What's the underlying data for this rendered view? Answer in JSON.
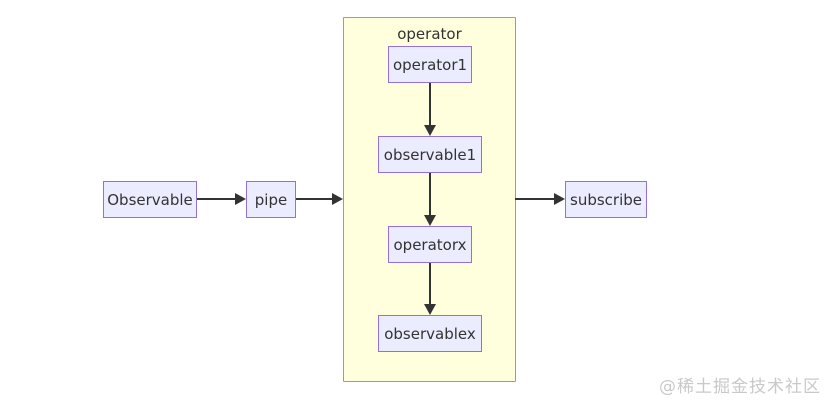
{
  "diagram": {
    "cluster": {
      "label": "operator"
    },
    "nodes": {
      "observable": "Observable",
      "pipe": "pipe",
      "subscribe": "subscribe",
      "operator1": "operator1",
      "observable1": "observable1",
      "operatorx": "operatorx",
      "observablex": "observablex"
    },
    "edges": [
      {
        "from": "observable",
        "to": "pipe"
      },
      {
        "from": "pipe",
        "to": "operator-cluster"
      },
      {
        "from": "operator1",
        "to": "observable1"
      },
      {
        "from": "observable1",
        "to": "operatorx"
      },
      {
        "from": "operatorx",
        "to": "observablex"
      },
      {
        "from": "operator-cluster",
        "to": "subscribe"
      }
    ],
    "colors": {
      "node_fill": "#ececff",
      "node_border": "#9370db",
      "cluster_fill": "#ffffde",
      "cluster_border": "#aaaa33",
      "arrow": "#333333",
      "text": "#333333",
      "watermark": "#c9c9c9"
    }
  },
  "watermark": {
    "text": "@稀土掘金技术社区"
  }
}
